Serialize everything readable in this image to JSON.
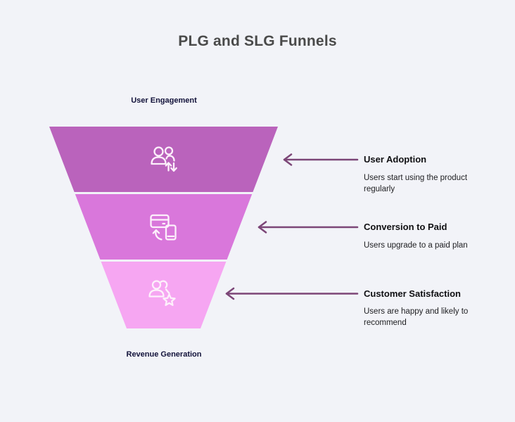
{
  "page": {
    "title": "PLG and SLG Funnels",
    "background_color": "#f2f3f8"
  },
  "funnel": {
    "top_label": "User Engagement",
    "bottom_label": "Revenue Generation",
    "icon_stroke_color": "#fdf0fb",
    "segments": [
      {
        "stage": "User Adoption",
        "icon": "users-updown-arrows-icon",
        "color": "#ba63bc"
      },
      {
        "stage": "Conversion to Paid",
        "icon": "card-phone-payment-icon",
        "color": "#d977db"
      },
      {
        "stage": "Customer Satisfaction",
        "icon": "user-star-icon",
        "color": "#f6a6f2"
      }
    ]
  },
  "annotations": {
    "arrow_color": "#7c4677",
    "items": [
      {
        "title": "User Adoption",
        "description": "Users start using the product regularly"
      },
      {
        "title": "Conversion to Paid",
        "description": "Users upgrade to a paid plan"
      },
      {
        "title": "Customer Satisfaction",
        "description": "Users are happy and likely to recommend"
      }
    ]
  }
}
